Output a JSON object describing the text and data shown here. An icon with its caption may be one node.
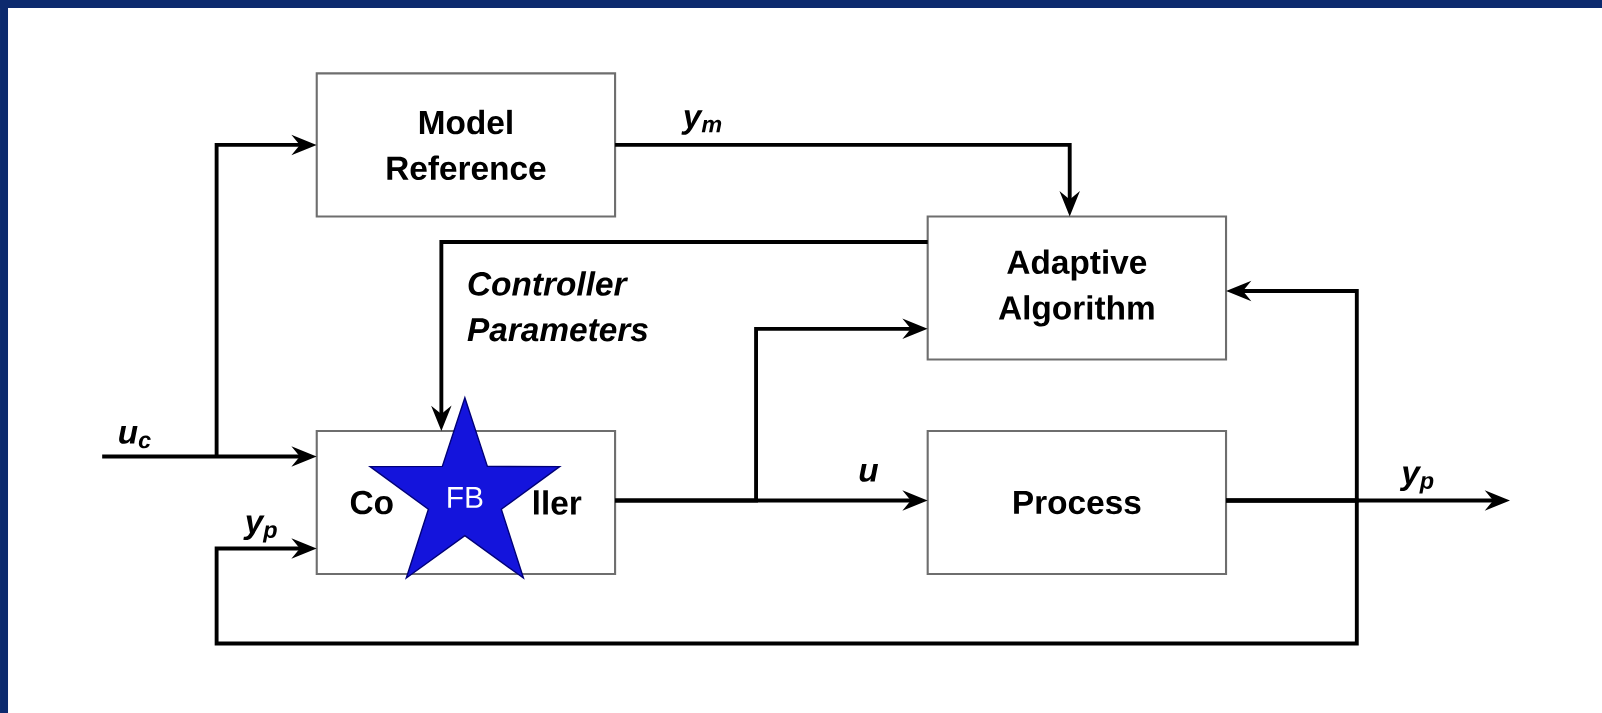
{
  "diagram": {
    "nodes": [
      {
        "text": [
          "Model Reference"
        ]
      },
      {
        "text": [
          "Adaptive Algorithm"
        ]
      },
      {
        "text": [
          "Co",
          "ller"
        ]
      },
      {
        "text": [
          "Process"
        ]
      },
      {
        "text": [
          "FB"
        ]
      }
    ],
    "edges": [
      {
        "from": null,
        "to": 2,
        "arrow": "to",
        "label": "u$_{c}$"
      },
      {
        "from": null,
        "to": 0,
        "arrow": "to"
      },
      {
        "from": 0,
        "to": 1,
        "arrow": "to",
        "label": "y$_{m}$"
      },
      {
        "from": 1,
        "to": 2,
        "arrow": "to",
        "label": "Controller Parameters"
      },
      {
        "from": 2,
        "to": 3,
        "arrow": "to",
        "label": "u"
      },
      {
        "from": 2,
        "to": 1,
        "arrow": "to"
      },
      {
        "from": 3,
        "to": null,
        "arrow": "to",
        "label": "y$_{p}$"
      },
      {
        "from": 3,
        "to": 1,
        "arrow": "to"
      },
      {
        "from": 3,
        "to": 2,
        "arrow": "to",
        "label": "y$_{p}$"
      }
    ]
  }
}
